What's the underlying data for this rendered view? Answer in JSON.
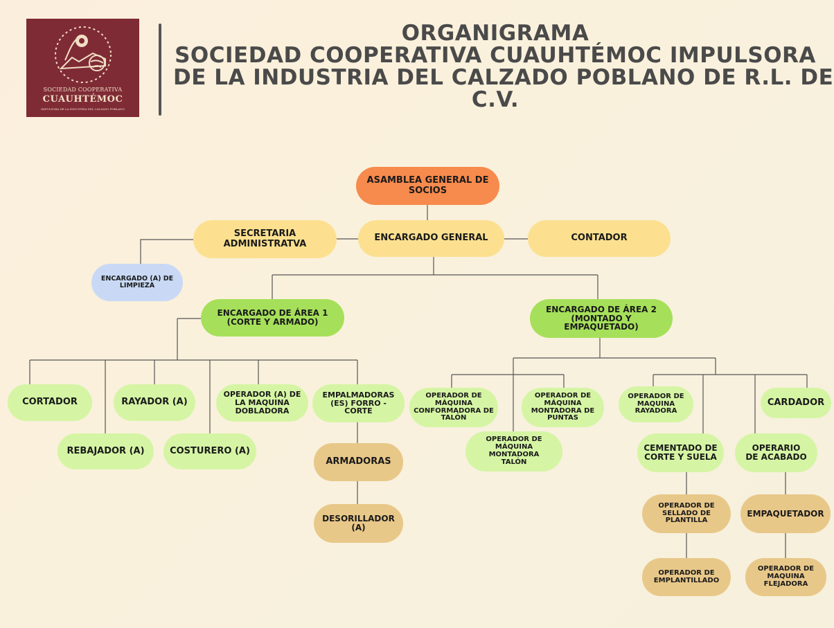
{
  "logo": {
    "line1": "SOCIEDAD COOPERATIVA",
    "line2": "CUAUHTÉMOC",
    "line3": "IMPULSORA DE LA INDUSTRIA DEL CALZADO POBLANO",
    "colors": {
      "background": "#7f2b36",
      "ink": "#f1dfc5"
    }
  },
  "title": {
    "line1": "ORGANIGRAMA",
    "line2": "SOCIEDAD COOPERATIVA CUAUHTÉMOC IMPULSORA",
    "line3": "DE LA INDUSTRIA DEL CALZADO POBLANO DE R.L. DE",
    "line4": "C.V."
  },
  "colors": {
    "asamblea": "#f78a4d",
    "direccion": "#fce08f",
    "limpieza": "#c9d9f5",
    "encargado_area": "#a6e05a",
    "operativo": "#d5f5a4",
    "armado": "#e8c889"
  },
  "nodes": {
    "asamblea": "ASAMBLEA GENERAL DE SOCIOS",
    "secretaria": "SECRETARIA ADMINISTRATVA",
    "encargado_general": "ENCARGADO GENERAL",
    "contador": "CONTADOR",
    "limpieza": "ENCARGADO (A) DE LIMPIEZA",
    "area1": "ENCARGADO DE ÁREA 1 (CORTE Y ARMADO)",
    "area2": "ENCARGADO DE ÁREA 2 (MONTADO Y EMPAQUETADO)",
    "cortador": "CORTADOR",
    "rebajador": "REBAJADOR (A)",
    "rayador": "RAYADOR (A)",
    "costurero": "COSTURERO (A)",
    "op_dobladora": "OPERADOR (A) DE LA MAQUINA DOBLADORA",
    "empalmadoras": "EMPALMADORAS (ES) FORRO - CORTE",
    "armadoras": "ARMADORAS",
    "desorillador": "DESORILLADOR (A)",
    "op_conformadora": "OPERADOR DE MÁQUINA CONFORMADORA DE TALÓN",
    "op_montadora_talon": "OPERADOR DE MÁQUINA MONTADORA TALÓN",
    "op_montadora_puntas": "OPERADOR DE MÁQUINA MONTADORA DE PUNTAS",
    "op_rayadora": "OPERADOR DE MAQUINA RAYADORA",
    "cementado": "CEMENTADO DE CORTE Y SUELA",
    "op_sellado": "OPERADOR DE SELLADO DE PLANTILLA",
    "op_emplantillado": "OPERADOR DE EMPLANTILLADO",
    "cardador": "CARDADOR",
    "operario_acabado": "OPERARIO DE ACABADO",
    "empaquetador": "EMPAQUETADOR",
    "op_flejadora": "OPERADOR DE MAQUINA FLEJADORA"
  }
}
